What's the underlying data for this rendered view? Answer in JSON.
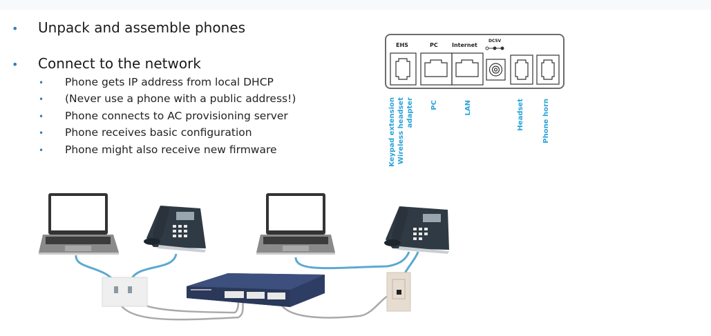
{
  "slide": {
    "bullets": [
      {
        "text": "Unpack and assemble phones",
        "level": 1
      },
      {
        "text": "Connect to the network",
        "level": 1
      },
      {
        "text": "Phone gets IP address from local DHCP",
        "level": 2
      },
      {
        "text": "(Never use a phone with a public address!)",
        "level": 2
      },
      {
        "text": "Phone connects to AC provisioning server",
        "level": 2
      },
      {
        "text": "Phone receives basic configuration",
        "level": 2
      },
      {
        "text": "Phone might also receive new firmware",
        "level": 2
      }
    ],
    "bullet_glyph": "•"
  },
  "port_panel": {
    "ports": [
      {
        "label": "EHS",
        "icon": "rj9-port-icon"
      },
      {
        "label": "PC",
        "icon": "rj45-port-icon"
      },
      {
        "label": "Internet",
        "icon": "rj45-port-icon"
      },
      {
        "label": "DC5V",
        "icon": "power-jack-icon"
      },
      {
        "label": "",
        "icon": "rj9-port-icon"
      },
      {
        "label": "",
        "icon": "rj9-port-icon"
      }
    ],
    "descriptions": [
      "Keypad extension",
      "Wireless headset",
      "adapter",
      "PC",
      "LAN",
      "Headset",
      "Phone horn"
    ]
  },
  "diagram": {
    "devices": [
      "laptop",
      "ip-phone",
      "wall-outlet-dual",
      "network-switch",
      "laptop",
      "ip-phone",
      "wall-outlet-single"
    ]
  },
  "colors": {
    "bullet": "#2f7fc0",
    "blue_cable": "#5ba9d0",
    "grey_cable": "#a9a9a9",
    "switch_body": "#2e3d63",
    "port_label_blue": "#2aa3d8"
  }
}
